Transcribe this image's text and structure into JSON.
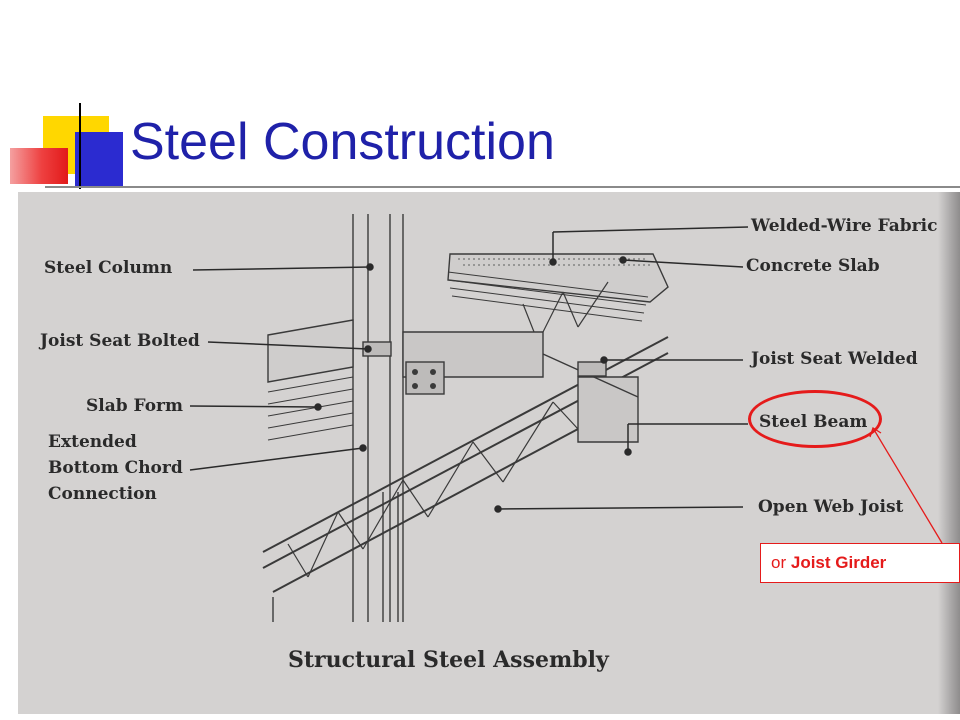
{
  "slide": {
    "title": "Steel Construction"
  },
  "figure": {
    "caption": "Structural Steel Assembly",
    "labels": {
      "steel_column": "Steel Column",
      "joist_seat_bolted": "Joist Seat Bolted",
      "slab_form": "Slab Form",
      "extended_chord_1": "Extended",
      "extended_chord_2": "Bottom Chord",
      "extended_chord_3": "Connection",
      "welded_wire_fabric": "Welded-Wire Fabric",
      "concrete_slab": "Concrete Slab",
      "joist_seat_welded": "Joist Seat Welded",
      "steel_beam": "Steel Beam",
      "open_web_joist": "Open Web Joist"
    }
  },
  "annotation": {
    "prefix": "or",
    "emphasis": "Joist Girder",
    "color": "#e51b1b"
  }
}
